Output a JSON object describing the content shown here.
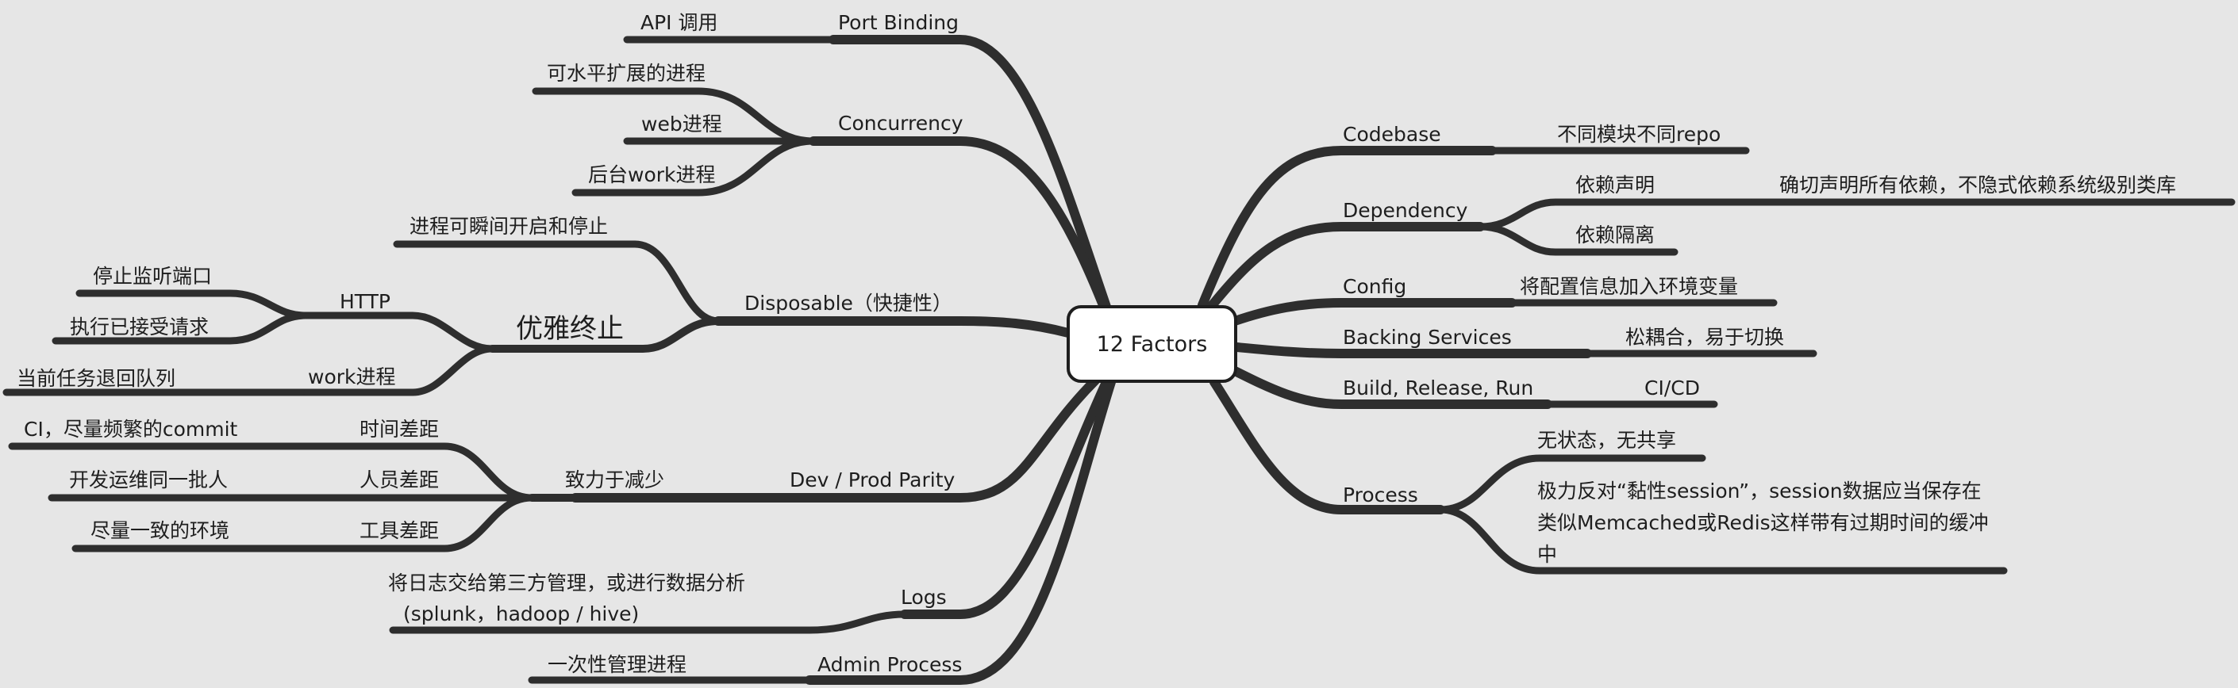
{
  "root": "12 Factors",
  "left": {
    "port_binding": {
      "label": "Port Binding",
      "child": "API 调用"
    },
    "concurrency": {
      "label": "Concurrency",
      "children": [
        "可水平扩展的进程",
        "web进程",
        "后台work进程"
      ]
    },
    "disposable": {
      "label": "Disposable（快捷性）",
      "child": "进程可瞬间开启和停止",
      "graceful": {
        "label": "优雅终止",
        "http": {
          "label": "HTTP",
          "children": [
            "停止监听端口",
            "执行已接受请求"
          ]
        },
        "work": {
          "label": "work进程",
          "child": "当前任务退回队列"
        }
      }
    },
    "dev_prod": {
      "label": "Dev / Prod Parity",
      "reduce": {
        "label": "致力于减少",
        "items": [
          {
            "label": "时间差距",
            "child": "CI，尽量频繁的commit"
          },
          {
            "label": "人员差距",
            "child": "开发运维同一批人"
          },
          {
            "label": "工具差距",
            "child": "尽量一致的环境"
          }
        ]
      }
    },
    "logs": {
      "label": "Logs",
      "child_line1": "将日志交给第三方管理，或进行数据分析",
      "child_line2": "(splunk，hadoop / hive)"
    },
    "admin": {
      "label": "Admin Process",
      "child": "一次性管理进程"
    }
  },
  "right": {
    "codebase": {
      "label": "Codebase",
      "child": "不同模块不同repo"
    },
    "dependency": {
      "label": "Dependency",
      "declare": {
        "label": "依赖声明",
        "child": "确切声明所有依赖，不隐式依赖系统级别类库"
      },
      "isolate": "依赖隔离"
    },
    "config": {
      "label": "Config",
      "child": "将配置信息加入环境变量"
    },
    "backing": {
      "label": "Backing Services",
      "child": "松耦合，易于切换"
    },
    "build": {
      "label": "Build, Release, Run",
      "child": "CI/CD"
    },
    "process": {
      "label": "Process",
      "children": [
        "无状态，无共享",
        "极力反对“黏性session”，session数据应当保存在类似Memcached或Redis这样带有过期时间的缓冲中"
      ]
    }
  }
}
